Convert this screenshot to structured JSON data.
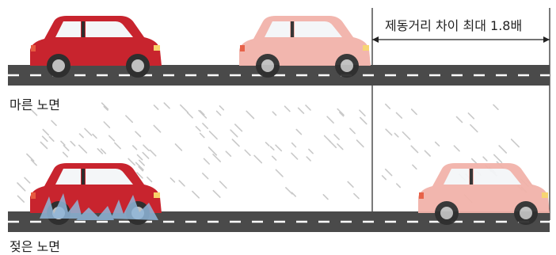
{
  "labels": {
    "dry_road": "마른 노면",
    "wet_road": "젖은 노면",
    "braking_difference": "제동거리 차이 최대 1.8배"
  },
  "colors": {
    "road": "#4a4a4a",
    "lane_marking": "#ffffff",
    "car_stopped": "#c8242e",
    "car_ghost": "#f2b3aa",
    "rain": "#c9c9c9",
    "splash": "#8fb6d9",
    "measure_line": "#222222"
  }
}
